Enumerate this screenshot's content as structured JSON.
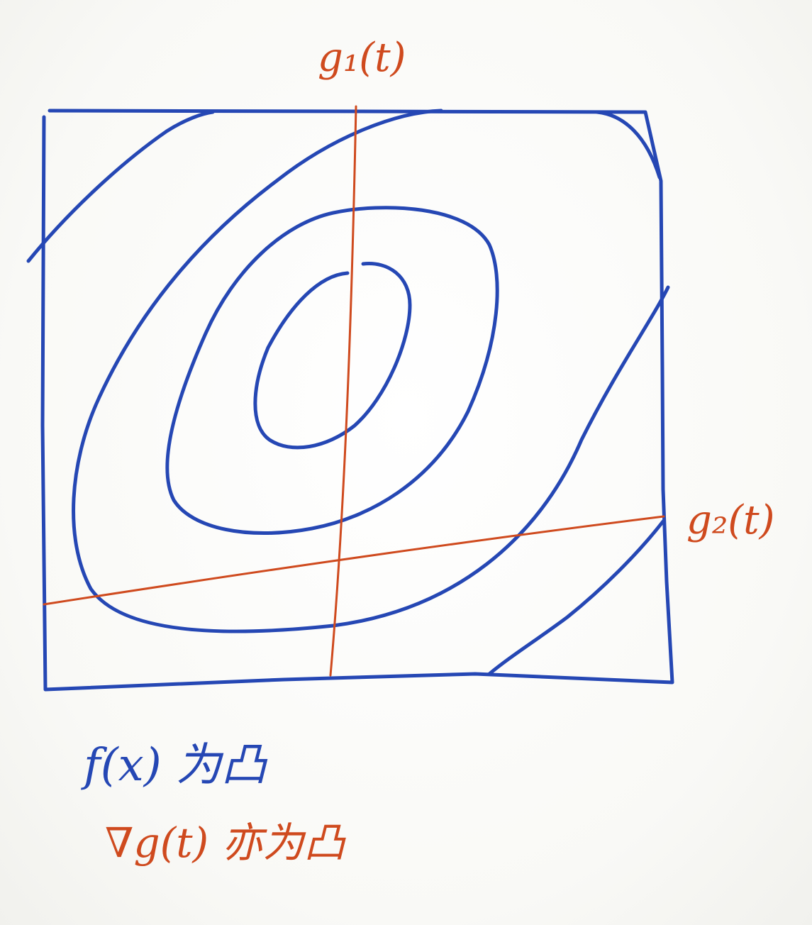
{
  "colors": {
    "blue_ink": "#2547b4",
    "red_ink": "#cf4a1e"
  },
  "labels": {
    "g1": "g₁(t)",
    "g2": "g₂(t)"
  },
  "notes": {
    "line1": "f(x) 为凸",
    "line2": "∇g(t) 亦为凸"
  }
}
